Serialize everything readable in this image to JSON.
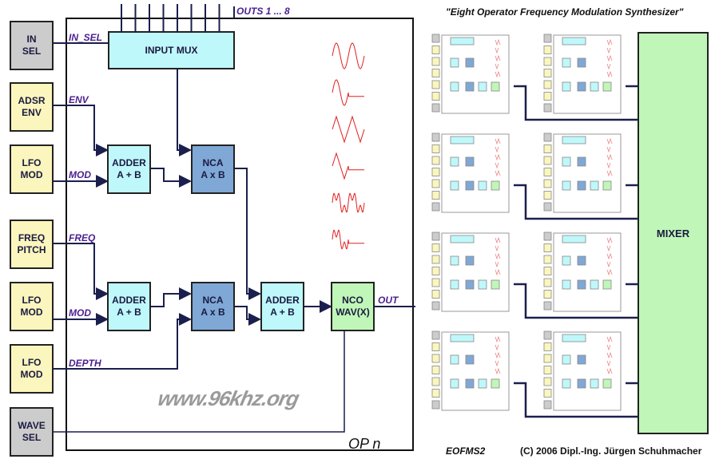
{
  "operator": {
    "sources": [
      {
        "id": "in-sel",
        "line1": "IN",
        "line2": "SEL",
        "kind": "gray"
      },
      {
        "id": "adsr-env",
        "line1": "ADSR",
        "line2": "ENV",
        "kind": "yellow"
      },
      {
        "id": "lfo-mod-1",
        "line1": "LFO",
        "line2": "MOD",
        "kind": "yellow"
      },
      {
        "id": "freq-pitch",
        "line1": "FREQ",
        "line2": "PITCH",
        "kind": "yellow"
      },
      {
        "id": "lfo-mod-2",
        "line1": "LFO",
        "line2": "MOD",
        "kind": "yellow"
      },
      {
        "id": "lfo-mod-3",
        "line1": "LFO",
        "line2": "MOD",
        "kind": "yellow"
      },
      {
        "id": "wave-sel",
        "line1": "WAVE",
        "line2": "SEL",
        "kind": "gray"
      }
    ],
    "signals": {
      "in_sel": "IN_SEL",
      "env": "ENV",
      "mod1": "MOD",
      "freq": "FREQ",
      "mod2": "MOD",
      "depth": "DEPTH",
      "out": "OUT",
      "outs": "OUTS 1 ... 8"
    },
    "blocks": {
      "input_mux": "INPUT MUX",
      "adder1": {
        "line1": "ADDER",
        "line2": "A + B"
      },
      "nca1": {
        "line1": "NCA",
        "line2": "A x B"
      },
      "adder2": {
        "line1": "ADDER",
        "line2": "A + B"
      },
      "nca2": {
        "line1": "NCA",
        "line2": "A x B"
      },
      "adder3": {
        "line1": "ADDER",
        "line2": "A + B"
      },
      "nco": {
        "line1": "NCO",
        "line2": "WAV(X)"
      }
    },
    "waveforms": [
      "sine",
      "sine-single",
      "triangle",
      "triangle-single",
      "complex",
      "complex-single"
    ],
    "watermark": "www.96khz.org",
    "label": "OP n",
    "mux_output_count": 8
  },
  "overview": {
    "title": "\"Eight Operator Frequency Modulation Synthesizer\"",
    "operator_count": 8,
    "mixer_label": "MIXER",
    "model": "EOFMS2",
    "copyright": "(C) 2006 Dipl.-Ing. Jürgen Schuhmacher"
  },
  "colors": {
    "wire": "#1a1f4d",
    "signal_label": "#4b1f8f",
    "waveform": "#e02020",
    "source_yellow": "#fbf6bd",
    "source_gray": "#cccccc",
    "cyan_block": "#bff8fb",
    "blue_block": "#7fa8d6",
    "green_block": "#c0f6b8"
  }
}
